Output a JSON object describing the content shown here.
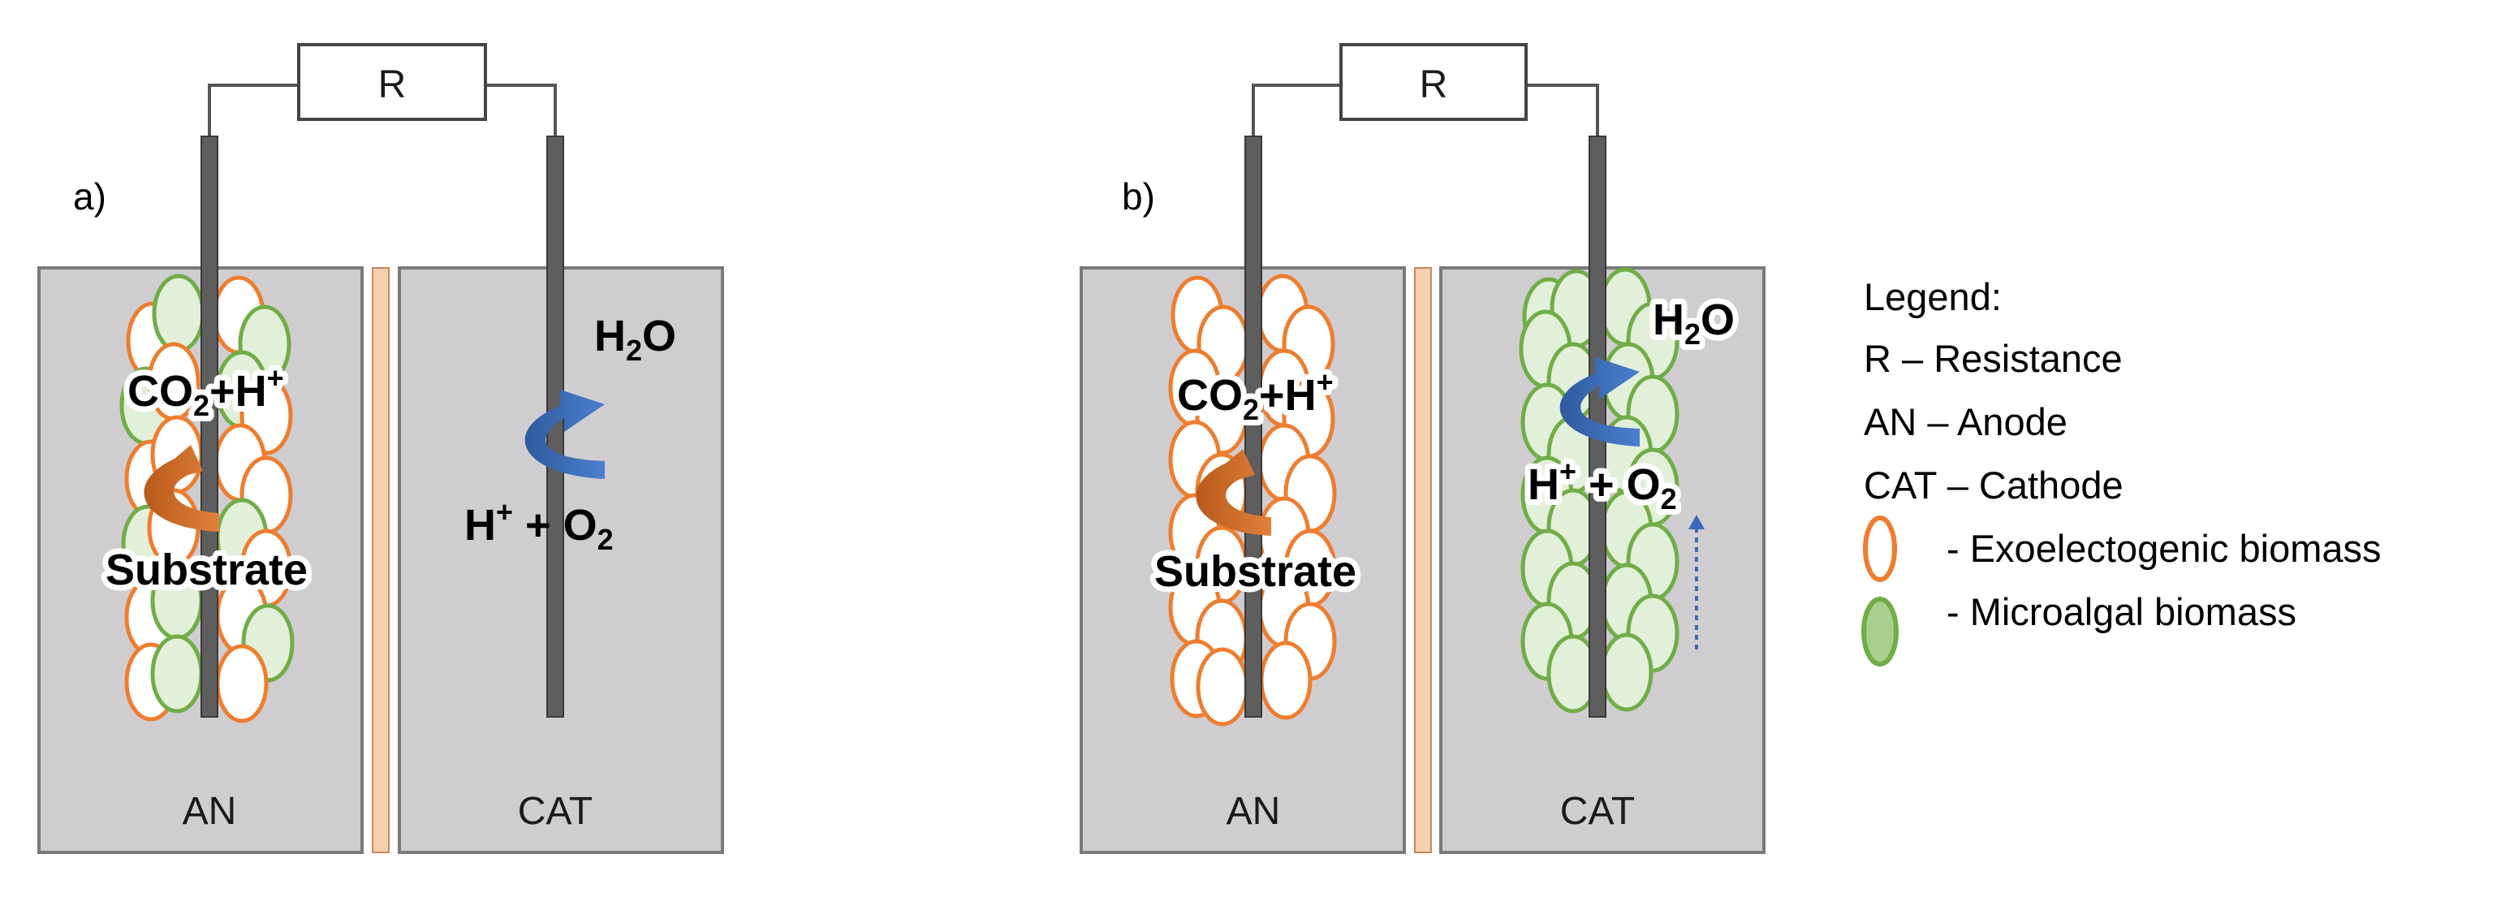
{
  "panels": [
    {
      "id": "a",
      "label": "a)",
      "resistor_label": "R",
      "anode_label": "AN",
      "cathode_label": "CAT",
      "anode_products": {
        "a": "CO",
        "sub": "2",
        "b": "+H",
        "sup": "+"
      },
      "anode_reactant": "Substrate",
      "cathode_product": {
        "a": "H",
        "sub": "2",
        "b": "O"
      },
      "cathode_reactant": {
        "a": "H",
        "sup": "+",
        "b": " + O",
        "sub": "2"
      },
      "cathode_biofilm": false
    },
    {
      "id": "b",
      "label": "b)",
      "resistor_label": "R",
      "anode_label": "AN",
      "cathode_label": "CAT",
      "anode_products": {
        "a": "CO",
        "sub": "2",
        "b": "+H",
        "sup": "+"
      },
      "anode_reactant": "Substrate",
      "cathode_product": {
        "a": "H",
        "sub": "2",
        "b": "O"
      },
      "cathode_reactant": {
        "a": "H",
        "sup": "+",
        "b": " + O",
        "sub": "2"
      },
      "cathode_biofilm": true
    }
  ],
  "legend": {
    "title": "Legend:",
    "items": [
      "R – Resistance",
      "AN – Anode",
      "CAT – Cathode",
      "- Exoelectogenic biomass",
      "- Microalgal biomass"
    ]
  },
  "colors": {
    "chamber_fill": "#d0cdd0",
    "chamber_stroke": "#7a7a7a",
    "electrode": "#5e5e5e",
    "membrane": "#f6cfae",
    "exo_stroke": "#ee7d2f",
    "exo_fill": "#ffffff",
    "algae_stroke": "#70ad47",
    "algae_fill": "#e2efd9",
    "arrow_orange": "#d2691e",
    "arrow_blue": "#3a6ab8"
  },
  "icons": {
    "exo_biomass": "orange-ellipse-outline",
    "algal_biomass": "green-filled-ellipse",
    "resistor": "rectangle-resistor",
    "reaction_arrow": "curved-arrow"
  }
}
